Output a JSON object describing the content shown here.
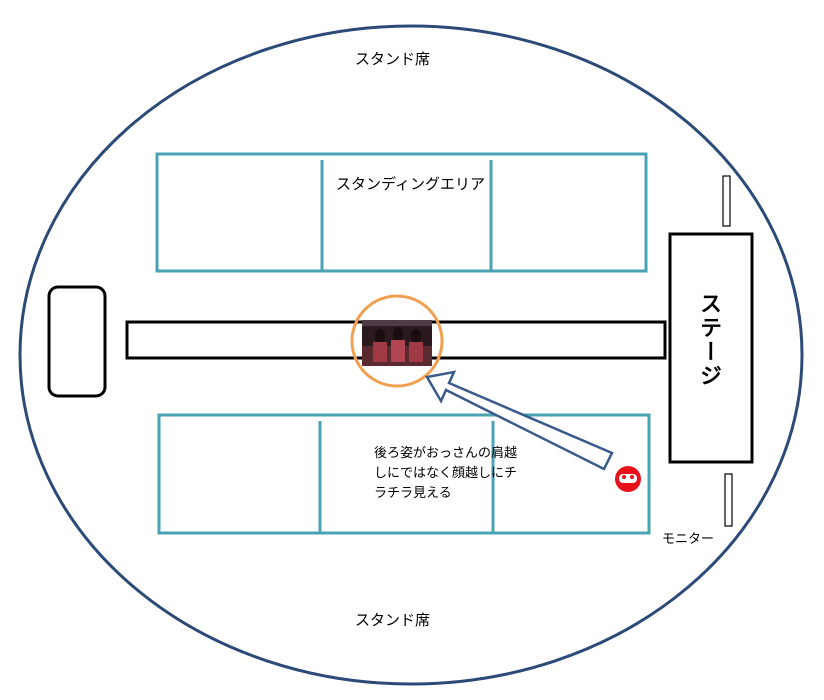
{
  "labels": {
    "stand_top": "スタンド席",
    "stand_bottom": "スタンド席",
    "standing_area": "スタンディングエリア",
    "stage": "ステージ",
    "monitor": "モニター",
    "note_line1": "後ろ姿がおっさんの肩越",
    "note_line2": "しにではなく顔越しにチ",
    "note_line3": "ラチラ見える"
  },
  "colors": {
    "arena_outline": "#2b4a78",
    "block_outline": "#4aa3b3",
    "structure_outline": "#000000",
    "highlight_circle": "#f0a050",
    "arrow_fill": "#ffffff",
    "arrow_outline": "#3a5a8c",
    "marker": "#e8111a"
  },
  "icons": {
    "viewer_marker": "face-marker-icon",
    "performers": "performers-photo-icon"
  }
}
